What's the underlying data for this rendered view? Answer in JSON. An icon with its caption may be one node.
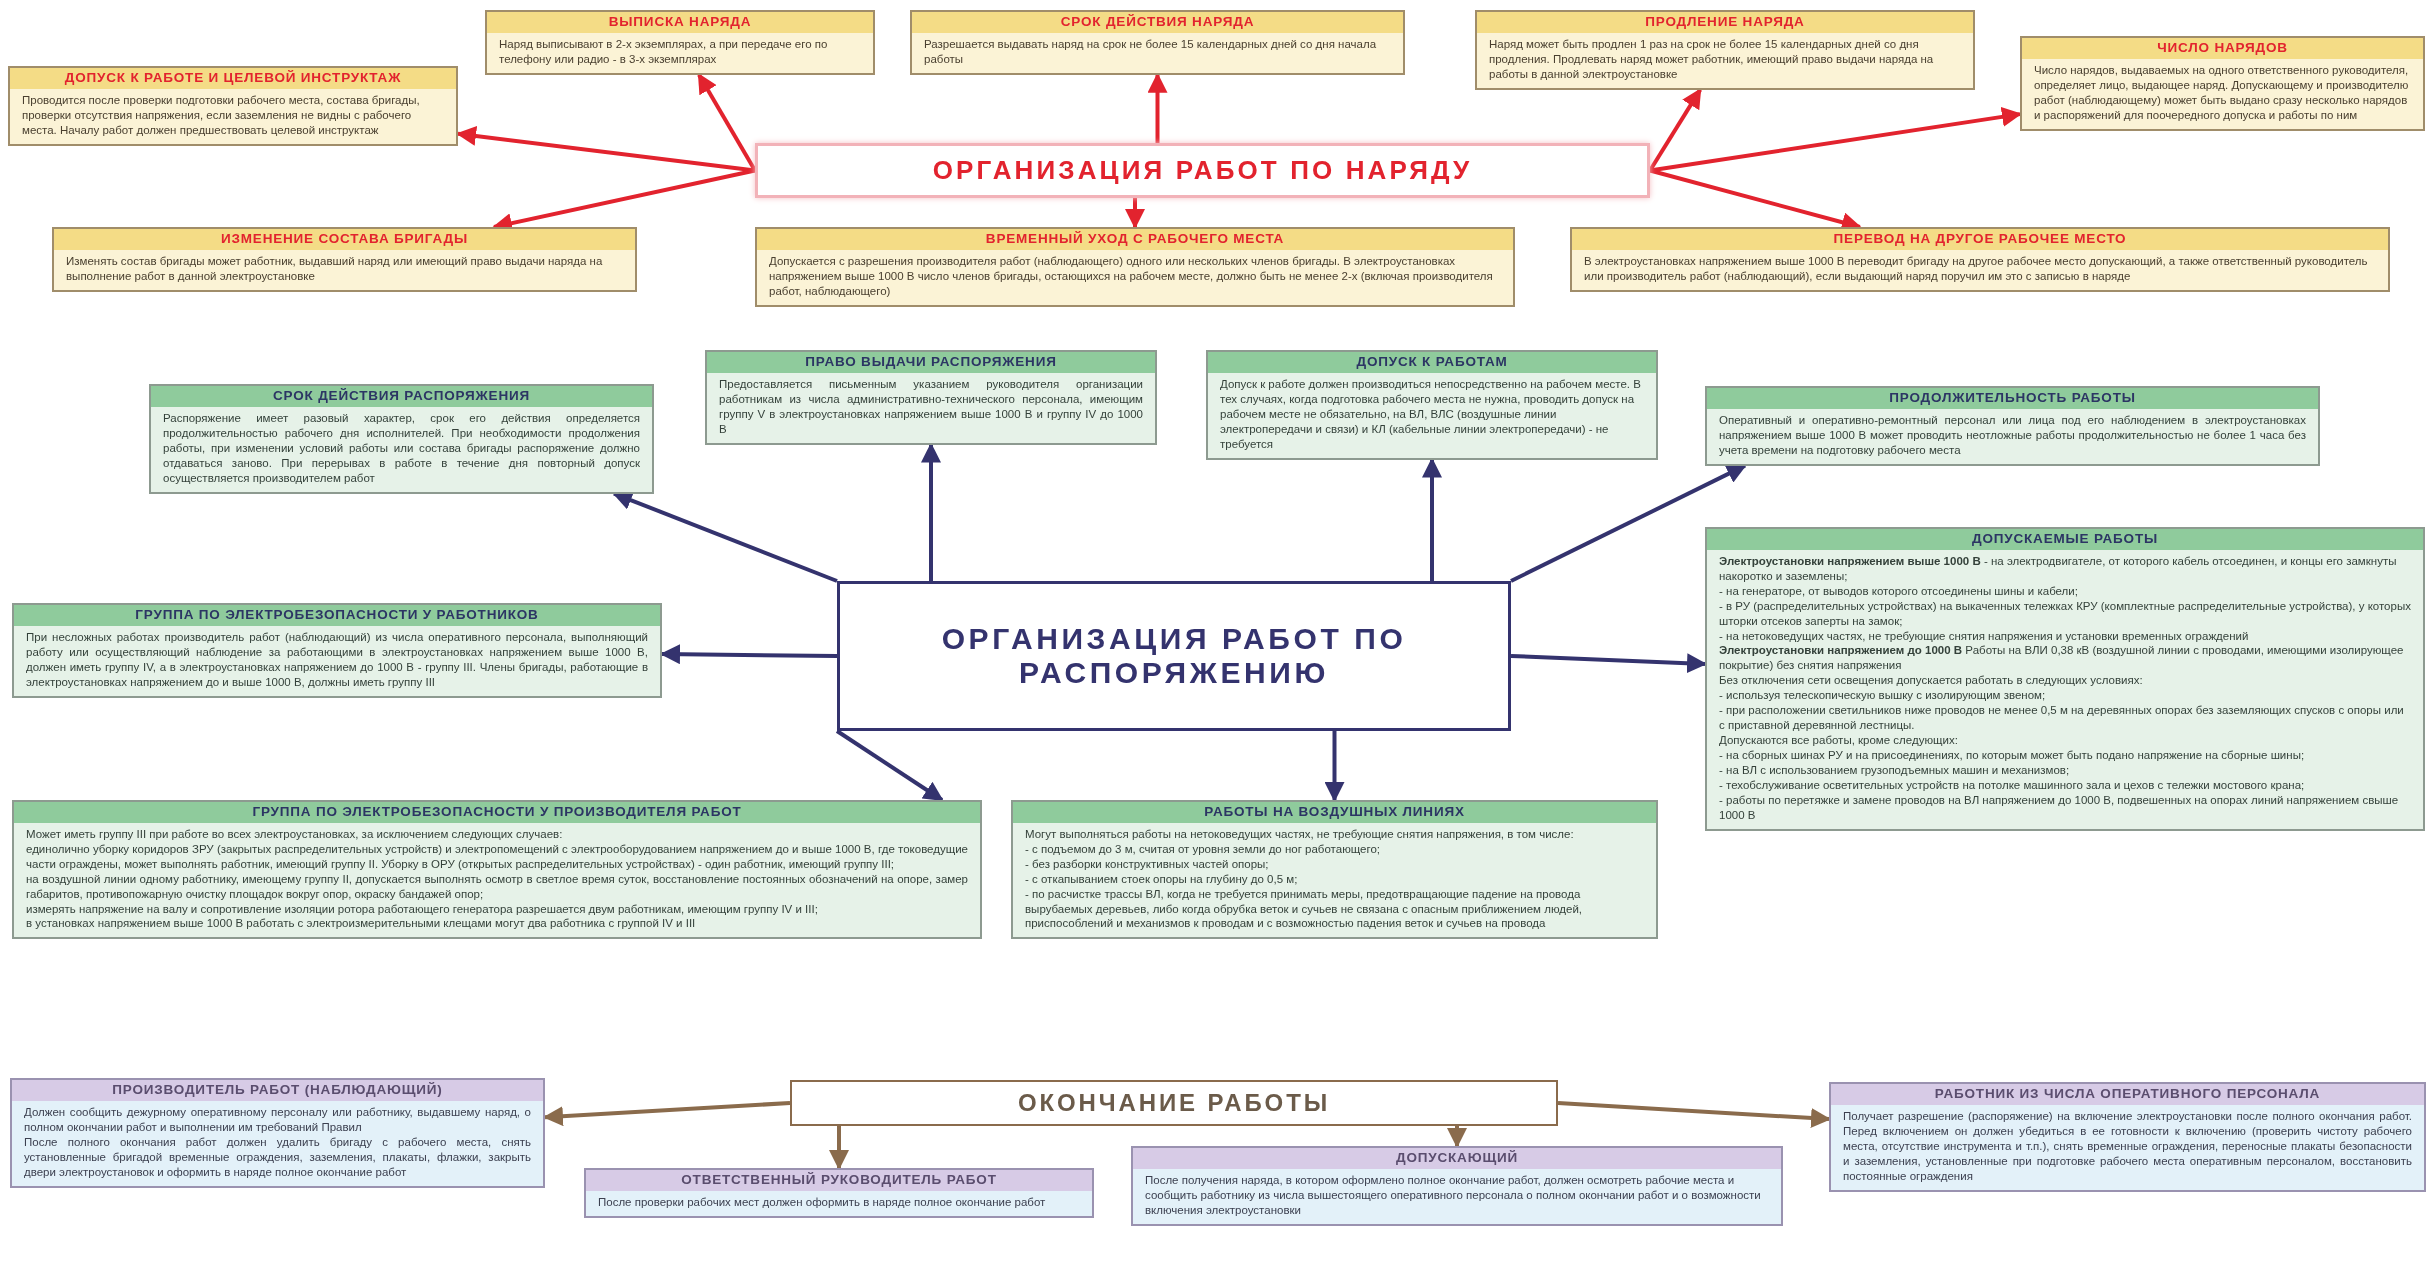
{
  "diagram": {
    "nodes": [
      {
        "text": [
          "ОРГАНИЗАЦИЯ РАБОТ ПО НАРЯДУ"
        ]
      },
      {
        "text": [
          "ВЫПИСКА НАРЯДА",
          "Наряд выписывают в 2-х экземплярах, а при передаче его по телефону или радио - в 3-х экземплярах"
        ]
      },
      {
        "text": [
          "СРОК ДЕЙСТВИЯ НАРЯДА",
          "Разрешается выдавать наряд на срок не более 15 календарных дней со дня начала работы"
        ]
      },
      {
        "text": [
          "ПРОДЛЕНИЕ НАРЯДА",
          "Наряд может быть продлен 1 раз на срок не более 15 календарных дней со дня продления. Продлевать наряд может работник, имеющий право выдачи наряда на работы в данной электроустановке"
        ]
      },
      {
        "text": [
          "ДОПУСК К РАБОТЕ И ЦЕЛЕВОЙ ИНСТРУКТАЖ",
          "Проводится после проверки подготовки рабочего места, состава бригады, проверки отсутствия напряжения, если заземления не видны с рабочего места. Началу работ должен предшествовать целевой инструктаж"
        ]
      },
      {
        "text": [
          "ЧИСЛО НАРЯДОВ",
          "Число нарядов, выдаваемых на одного ответственного руководителя, определяет лицо, выдающее наряд. Допускающему и производителю работ (наблюдающему) может быть выдано сразу несколько нарядов и распоряжений для поочередного допуска и работы по ним"
        ]
      },
      {
        "text": [
          "ИЗМЕНЕНИЕ СОСТАВА БРИГАДЫ",
          "Изменять состав бригады может работник, выдавший наряд или имеющий право выдачи наряда на выполнение работ в данной электроустановке"
        ]
      },
      {
        "text": [
          "ВРЕМЕННЫЙ УХОД С РАБОЧЕГО МЕСТА",
          "Допускается с разрешения производителя работ (наблюдающего) одного или нескольких членов бригады. В электроустановках напряжением выше 1000 В число членов бригады, остающихся на рабочем месте, должно быть не менее 2-х (включая производителя работ, наблюдающего)"
        ]
      },
      {
        "text": [
          "ПЕРЕВОД НА ДРУГОЕ РАБОЧЕЕ МЕСТО",
          "В электроустановках напряжением выше 1000 В переводит бригаду на другое рабочее место допускающий, а также ответственный руководитель или производитель работ (наблюдающий), если выдающий наряд поручил им это с записью в наряде"
        ]
      },
      {
        "text": [
          "ОРГАНИЗАЦИЯ РАБОТ ПО РАСПОРЯЖЕНИЮ"
        ]
      },
      {
        "text": [
          "СРОК ДЕЙСТВИЯ РАСПОРЯЖЕНИЯ",
          "Распоряжение имеет разовый характер, срок его действия определяется продолжительностью рабочего дня исполнителей. При необходимости продолжения работы, при изменении условий работы или состава бригады распоряжение должно отдаваться заново. При перерывах в работе в течение дня повторный допуск осуществляется производителем работ"
        ]
      },
      {
        "text": [
          "ПРАВО ВЫДАЧИ РАСПОРЯЖЕНИЯ",
          "Предоставляется письменным указанием руководителя организации работникам из числа административно-технического персонала, имеющим группу V в электроустановках напряжением выше 1000 В и группу IV до 1000 В"
        ]
      },
      {
        "text": [
          "ДОПУСК К РАБОТАМ",
          "Допуск к работе должен производиться непосредственно на рабочем месте. В тех случаях, когда подготовка рабочего места не нужна, проводить допуск на рабочем месте не обязательно, на ВЛ, ВЛС (воздушные линии электропередачи и связи) и КЛ (кабельные линии электропередачи) - не требуется"
        ]
      },
      {
        "text": [
          "ПРОДОЛЖИТЕЛЬНОСТЬ РАБОТЫ",
          "Оперативный и оперативно-ремонтный персонал или лица под его наблюдением в электроустановках напряжением выше 1000 В может проводить неотложные работы продолжительностью не более 1 часа без учета времени на подготовку рабочего места"
        ]
      },
      {
        "text": [
          "ГРУППА ПО ЭЛЕКТРОБЕЗОПАСНОСТИ У РАБОТНИКОВ",
          "При несложных работах производитель работ (наблюдающий) из числа оперативного персонала, выполняющий работу или осуществляющий наблюдение за работающими в электроустановках напряжением выше 1000 В, должен иметь группу IV, а в электроустановках напряжением до 1000 В - группу III. Члены бригады, работающие в электроустановках напряжением до и выше 1000 В, должны иметь группу III"
        ]
      },
      {
        "text": [
          "ДОПУСКАЕМЫЕ РАБОТЫ",
          "**Электроустановки напряжением выше 1000 В** - на электродвигателе, от которого кабель отсоединен, и концы его замкнуты накоротко и заземлены;",
          "- на генераторе, от выводов которого отсоединены шины и кабели;",
          "- в РУ (распределительных устройствах) на выкаченных тележках КРУ (комплектные распределительные устройства), у которых шторки отсеков заперты на замок;",
          "- на нетоковедущих частях, не требующие снятия напряжения и установки временных ограждений",
          "**Электроустановки напряжением до 1000 В** Работы на ВЛИ 0,38 кВ (воздушной линии с проводами, имеющими изолирующее покрытие) без снятия напряжения",
          "Без отключения сети освещения допускается работать в следующих условиях:",
          "- используя телескопическую вышку с изолирующим звеном;",
          "- при расположении светильников ниже проводов не менее 0,5 м на деревянных опорах без заземляющих спусков с опоры или с приставной деревянной лестницы.",
          "Допускаются все работы, кроме следующих:",
          "- на сборных шинах РУ и на присоединениях, по которым может быть подано напряжение на сборные шины;",
          "- на ВЛ с использованием грузоподъемных машин и механизмов;",
          "- техобслуживание осветительных устройств на потолке машинного зала и цехов с тележки мостового крана;",
          "- работы по перетяжке и замене проводов на ВЛ напряжением до 1000 В, подвешенных на опорах линий напряжением свыше 1000 В"
        ]
      },
      {
        "text": [
          "ГРУППА ПО ЭЛЕКТРОБЕЗОПАСНОСТИ У ПРОИЗВОДИТЕЛЯ РАБОТ",
          "Может иметь группу III при работе во всех электроустановках, за исключением следующих случаев:",
          "единолично уборку коридоров ЗРУ (закрытых распределительных устройств) и электропомещений с электрооборудованием напряжением до и выше 1000 В, где токоведущие части ограждены, может выполнять работник, имеющий группу II. Уборку в ОРУ (открытых распределительных устройствах) - один работник, имеющий группу III;",
          "на воздушной линии одному работнику, имеющему группу II, допускается выполнять осмотр в светлое время суток, восстановление постоянных обозначений на опоре, замер габаритов, противопожарную очистку площадок вокруг опор, окраску бандажей опор;",
          "измерять напряжение на валу и сопротивление изоляции ротора работающего генератора разрешается двум работникам, имеющим группу IV и III;",
          "в установках напряжением выше 1000 В работать с электроизмерительными клещами могут два работника с группой IV и III"
        ]
      },
      {
        "text": [
          "РАБОТЫ НА ВОЗДУШНЫХ ЛИНИЯХ",
          "Могут выполняться работы на нетоковедущих частях, не требующие снятия напряжения, в том числе:",
          "- с подъемом до 3 м, считая от уровня земли до ног работающего;",
          "- без разборки конструктивных частей опоры;",
          "- с откапыванием стоек опоры на глубину до 0,5 м;",
          "- по расчистке трассы ВЛ, когда не требуется принимать меры, предотвращающие падение на провода вырубаемых деревьев, либо когда обрубка веток и сучьев не связана с опасным приближением людей, приспособлений и механизмов к проводам и с возможностью падения веток и сучьев на провода"
        ]
      },
      {
        "text": [
          "ОКОНЧАНИЕ РАБОТЫ"
        ]
      },
      {
        "text": [
          "ПРОИЗВОДИТЕЛЬ РАБОТ (НАБЛЮДАЮЩИЙ)",
          "Должен сообщить дежурному оперативному персоналу или работнику, выдавшему наряд, о полном окончании работ и выполнении им требований Правил",
          "После полного окончания работ должен удалить бригаду с рабочего места, снять установленные бригадой временные ограждения, заземления, плакаты, флажки, закрыть двери электроустановок и оформить в наряде полное окончание работ"
        ]
      },
      {
        "text": [
          "ОТВЕТСТВЕННЫЙ РУКОВОДИТЕЛЬ РАБОТ",
          "После проверки рабочих мест должен оформить в наряде полное окончание работ"
        ]
      },
      {
        "text": [
          "ДОПУСКАЮЩИЙ",
          "После получения наряда, в котором оформлено полное окончание работ, должен осмотреть рабочие места и сообщить работнику из числа вышестоящего оперативного персонала о полном окончании работ и о возможности включения электроустановки"
        ]
      },
      {
        "text": [
          "РАБОТНИК ИЗ ЧИСЛА ОПЕРАТИВНОГО ПЕРСОНАЛА",
          "Получает разрешение (распоряжение) на включение электроустановки после полного окончания работ. Перед включением он должен убедиться в ее готовности к включению (проверить чистоту рабочего места, отсутствие инструмента и т.п.), снять временные ограждения, переносные плакаты безопасности и заземления, установленные при подготовке рабочего места оперативным персоналом, восстановить постоянные ограждения"
        ]
      }
    ],
    "edges": [
      {
        "from": 0,
        "to": 1,
        "arrow": "to",
        "color": "#e2232e"
      },
      {
        "from": 0,
        "to": 2,
        "arrow": "to",
        "color": "#e2232e"
      },
      {
        "from": 0,
        "to": 3,
        "arrow": "to",
        "color": "#e2232e"
      },
      {
        "from": 0,
        "to": 4,
        "arrow": "to",
        "color": "#e2232e"
      },
      {
        "from": 0,
        "to": 5,
        "arrow": "to",
        "color": "#e2232e"
      },
      {
        "from": 0,
        "to": 6,
        "arrow": "to",
        "color": "#e2232e"
      },
      {
        "from": 0,
        "to": 7,
        "arrow": "to",
        "color": "#e2232e"
      },
      {
        "from": 0,
        "to": 8,
        "arrow": "to",
        "color": "#e2232e"
      },
      {
        "from": 9,
        "to": 10,
        "arrow": "to",
        "color": "#34336e"
      },
      {
        "from": 9,
        "to": 11,
        "arrow": "to",
        "color": "#34336e"
      },
      {
        "from": 9,
        "to": 12,
        "arrow": "to",
        "color": "#34336e"
      },
      {
        "from": 9,
        "to": 13,
        "arrow": "to",
        "color": "#34336e"
      },
      {
        "from": 9,
        "to": 14,
        "arrow": "to",
        "color": "#34336e"
      },
      {
        "from": 9,
        "to": 15,
        "arrow": "to",
        "color": "#34336e"
      },
      {
        "from": 9,
        "to": 16,
        "arrow": "to",
        "color": "#34336e"
      },
      {
        "from": 9,
        "to": 17,
        "arrow": "to",
        "color": "#34336e"
      },
      {
        "from": 18,
        "to": 19,
        "arrow": "to",
        "color": "#8a6b4c"
      },
      {
        "from": 18,
        "to": 20,
        "arrow": "to",
        "color": "#8a6b4c"
      },
      {
        "from": 18,
        "to": 21,
        "arrow": "to",
        "color": "#8a6b4c"
      },
      {
        "from": 18,
        "to": 22,
        "arrow": "to",
        "color": "#8a6b4c"
      }
    ]
  }
}
